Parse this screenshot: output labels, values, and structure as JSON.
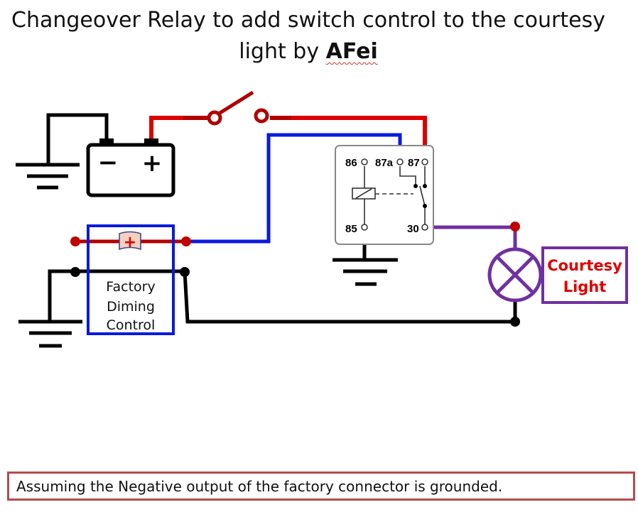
{
  "title": {
    "line1": "Changeover Relay to add switch control to the courtesy",
    "line2_prefix": "light by ",
    "author": "AFei"
  },
  "battery": {
    "minus": "−",
    "plus": "+"
  },
  "relay": {
    "pin_86": "86",
    "pin_87a": "87a",
    "pin_87": "87",
    "pin_85": "85",
    "pin_30": "30"
  },
  "fuse": {
    "symbol": "+"
  },
  "factory_control": {
    "line1": "Factory",
    "line2": "Diming",
    "line3": "Control"
  },
  "courtesy_light": {
    "line1": "Courtesy",
    "line2": "Light"
  },
  "note": "Assuming the Negative output of the factory connector is grounded.",
  "colors": {
    "red_wire": "#dd0000",
    "dark_red_wire": "#b00000",
    "blue_wire": "#0a1adc",
    "purple_wire": "#7030a0",
    "black_wire": "#000000",
    "note_border": "#b44b4b"
  }
}
